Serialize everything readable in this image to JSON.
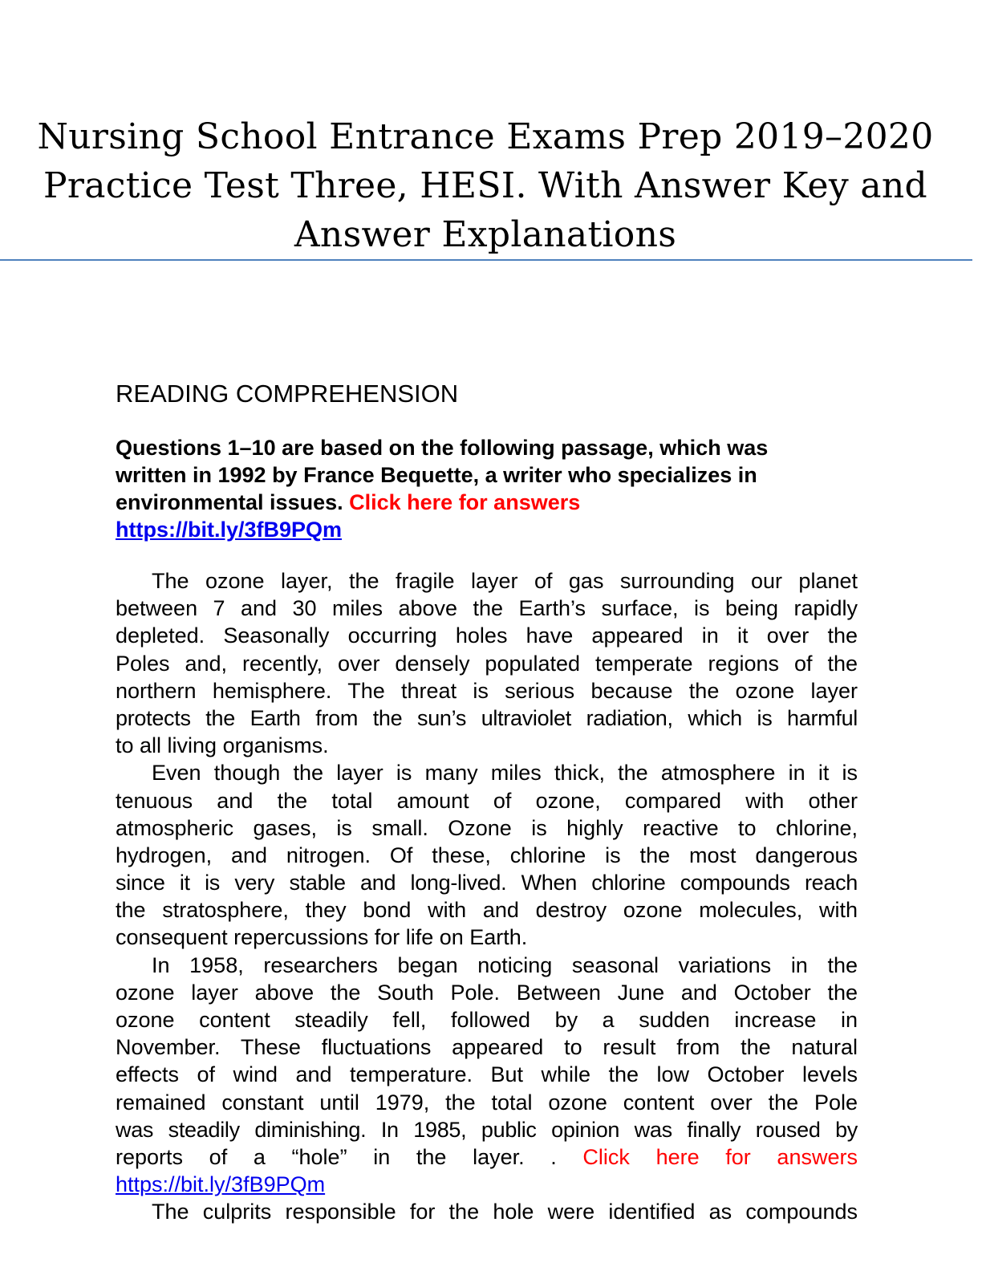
{
  "document": {
    "title_lines": [
      "Nursing School Entrance Exams Prep 2019–2020",
      "Practice Test Three, HESI. With Answer Key and",
      "Answer Explanations"
    ],
    "section_heading": "READING COMPREHENSION",
    "intro": {
      "line1": "Questions 1–10 are based on the following passage, which was",
      "line2": "written in 1992 by France Bequette, a writer who specializes in",
      "line3_text": "environmental issues.",
      "line3_link_text": "Click here for answers",
      "url": "https://bit.ly/3fB9PQm"
    },
    "passage": {
      "p1": [
        "The ozone layer, the fragile layer of gas surrounding our planet",
        "between 7 and 30 miles above the Earth’s surface, is being rapidly",
        "depleted. Seasonally occurring holes have appeared in it over the",
        "Poles and, recently, over densely populated temperate regions of the",
        "northern hemisphere. The threat is serious because the ozone layer",
        "protects the Earth from the sun’s ultraviolet radiation, which is harmful",
        "to all living organisms."
      ],
      "p2": [
        "Even though the layer is many miles thick, the atmosphere in it is",
        "tenuous and the total amount of ozone, compared with other",
        "atmospheric gases, is small. Ozone is highly reactive to chlorine,",
        "hydrogen, and nitrogen. Of these, chlorine is the most dangerous",
        "since it is very stable and long-lived. When chlorine compounds reach",
        "the stratosphere, they bond with and destroy ozone molecules, with",
        "consequent repercussions for life on Earth."
      ],
      "p3": [
        "In 1958, researchers began noticing seasonal variations in the",
        "ozone layer above the South Pole. Between June and October the",
        "ozone content steadily fell, followed by a sudden increase in",
        "November. These fluctuations appeared to result from the natural",
        "effects of wind and temperature. But while the low October levels",
        "remained constant until 1979, the total ozone content over the Pole",
        "was steadily diminishing. In 1985, public opinion was finally roused by"
      ],
      "p3_last_text": "reports of a “hole” in the layer. .",
      "p3_link_text": "Click here for answers",
      "p3_url": "https://bit.ly/3fB9PQm",
      "p4_first_line": "The culprits responsible for the hole were identified as compounds"
    }
  }
}
